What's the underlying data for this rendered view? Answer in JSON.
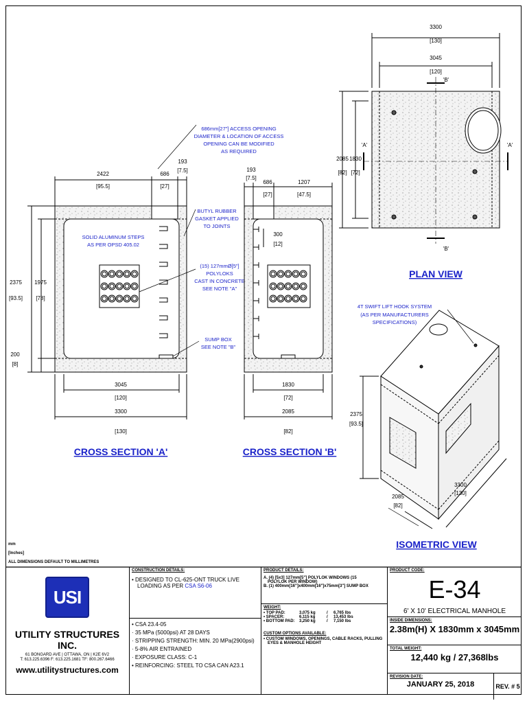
{
  "section_a": {
    "title": "CROSS SECTION 'A'",
    "dim_2422": "2422",
    "dim_2422_in": "[95.5]",
    "dim_686": "686",
    "dim_686_in": "[27]",
    "dim_193": "193",
    "dim_193_in": "[7.5]",
    "dim_2375": "2375",
    "dim_2375_in": "[93.5]",
    "dim_1975": "1975",
    "dim_1975_in": "[78]",
    "dim_200": "200",
    "dim_200_in": "[8]",
    "dim_3045": "3045",
    "dim_3045_in": "[120]",
    "dim_3300": "3300",
    "dim_3300_in": "[130]",
    "note_access": [
      "686mm[27\"] ACCESS OPENING",
      "DIAMETER & LOCATION OF ACCESS",
      "OPENING CAN BE MODIFIED",
      "AS REQUIRED"
    ],
    "note_steps": [
      "SOLID ALUMINUM STEPS",
      "AS PER OPSD 405.02"
    ],
    "note_gasket": [
      "BUTYL RUBBER",
      "GASKET APPLIED",
      "TO JOINTS"
    ],
    "note_polyloks": [
      "(15) 127mmØ[5\"]",
      "POLYLOKS",
      "CAST IN CONCRETE",
      "SEE NOTE \"A\""
    ],
    "note_sump": [
      "SUMP BOX",
      "SEE NOTE \"B\""
    ]
  },
  "section_b": {
    "title": "CROSS SECTION 'B'",
    "dim_193": "193",
    "dim_193_in": "[7.5]",
    "dim_686": "686",
    "dim_686_in": "[27]",
    "dim_1207": "1207",
    "dim_1207_in": "[47.5]",
    "dim_300": "300",
    "dim_300_in": "[12]",
    "dim_1830": "1830",
    "dim_1830_in": "[72]",
    "dim_2085": "2085",
    "dim_2085_in": "[82]"
  },
  "plan": {
    "title": "PLAN VIEW",
    "dim_3300": "3300",
    "dim_3300_in": "[130]",
    "dim_3045": "3045",
    "dim_3045_in": "[120]",
    "dim_2085": "2085",
    "dim_2085_in": "[82]",
    "dim_1830": "1830",
    "dim_1830_in": "[72]",
    "label_a": "'A'",
    "label_b": "'B'"
  },
  "iso": {
    "title": "ISOMETRIC VIEW",
    "note_hook": [
      "4T SWIFT LIFT HOOK SYSTEM",
      "(AS PER MANUFACTURERS",
      "SPECIFICATIONS)"
    ],
    "dim_2375": "2375",
    "dim_2375_in": "[93.5]",
    "dim_3300": "3300",
    "dim_3300_in": "[130]",
    "dim_2085": "2085",
    "dim_2085_in": "[82]"
  },
  "units_note": [
    "mm",
    "[Inches]",
    "ALL DIMENSIONS DEFAULT TO MILLIMETRES"
  ],
  "company": {
    "logo_text": "USI",
    "name": "UTILITY STRUCTURES INC.",
    "address": "61 BONGARD AVE | OTTAWA, ON | K2E 6V2",
    "phones": "T: 613.225.6396  F: 613.225.1681  TF: 800.267.6466",
    "website": "www.utilitystructures.com"
  },
  "construction": {
    "heading": "CONSTRUCTION DETAILS:",
    "design_line1": "• DESIGNED TO CL-625-ONT TRUCK LIVE",
    "design_line2a": "LOADING AS PER ",
    "design_line2b": "CSA S6-06",
    "items": [
      "• CSA 23.4-05",
      "·   35 MPa (5000psi) AT 28 DAYS",
      "·   STRIPPING STRENGTH: MIN. 20 MPa(2900psi)",
      "·   5-8% AIR ENTRAINED",
      "·   EXPOSURE CLASS: C-1",
      "• REINFORCING: STEEL TO CSA CAN A23.1"
    ]
  },
  "product": {
    "heading": "PRODUCT DETAILS:",
    "lines": [
      "A. (4) [5x3] 127mm[5\"] POLYLOK WINDOWS (15",
      "POLYLOK PER WINDOW)",
      "B. (1) 400mm[16\"]x400mm[16\"]x75mm[3\"] SUMP BOX"
    ],
    "weight_heading": "WEIGHT:",
    "weights": [
      {
        "label": "• TOP PAD:",
        "kg": "3,075 kg",
        "lbs": "6,765 lbs"
      },
      {
        "label": "• SPACER:",
        "kg": "6,115 kg",
        "lbs": "13,453 lbs"
      },
      {
        "label": "• BOTTOM PAD:",
        "kg": "3,250 kg",
        "lbs": "7,150 lbs"
      }
    ],
    "custom_heading": "CUSTOM OPTIONS AVAILABLE:",
    "custom_lines": [
      "• CUSTOM WINDOWS, OPENINGS, CABLE RACKS, PULLING",
      "EYES & MANHOLE HEIGHT"
    ]
  },
  "code": {
    "code_label": "PRODUCT CODE:",
    "code": "E-34",
    "description": "6' X 10' ELECTRICAL MANHOLE",
    "dims_label": "INSIDE DIMENSIONS:",
    "dims": "2.38m(H) X 1830mm x 3045mm",
    "weight_label": "TOTAL WEIGHT:",
    "weight": "12,440 kg / 27,368lbs",
    "rev_date_label": "REVISION DATE:",
    "rev_date": "JANUARY 25, 2018",
    "rev": "REV.  # 5"
  },
  "colors": {
    "note_blue": "#1a22c9",
    "title_blue": "#1a22c9",
    "logo_blue": "#1d2fb7"
  }
}
